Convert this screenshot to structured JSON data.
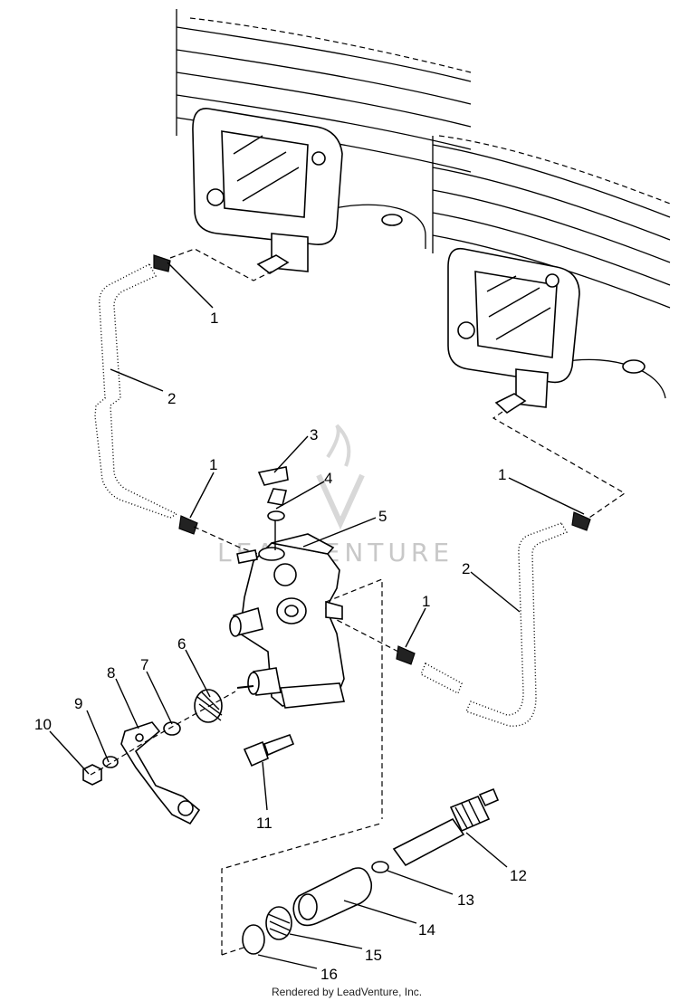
{
  "diagram": {
    "callouts": [
      {
        "id": "c1a",
        "text": "1"
      },
      {
        "id": "c2a",
        "text": "2"
      },
      {
        "id": "c1b",
        "text": "1"
      },
      {
        "id": "c3",
        "text": "3"
      },
      {
        "id": "c4",
        "text": "4"
      },
      {
        "id": "c5",
        "text": "5"
      },
      {
        "id": "c1c",
        "text": "1"
      },
      {
        "id": "c2b",
        "text": "2"
      },
      {
        "id": "c1d",
        "text": "1"
      },
      {
        "id": "c6",
        "text": "6"
      },
      {
        "id": "c7",
        "text": "7"
      },
      {
        "id": "c8",
        "text": "8"
      },
      {
        "id": "c9",
        "text": "9"
      },
      {
        "id": "c10",
        "text": "10"
      },
      {
        "id": "c11",
        "text": "11"
      },
      {
        "id": "c12",
        "text": "12"
      },
      {
        "id": "c13",
        "text": "13"
      },
      {
        "id": "c14",
        "text": "14"
      },
      {
        "id": "c15",
        "text": "15"
      },
      {
        "id": "c16",
        "text": "16"
      }
    ]
  },
  "watermark": {
    "text": "LEADVENTURE"
  },
  "footer": {
    "text": "Rendered by LeadVenture, Inc."
  }
}
